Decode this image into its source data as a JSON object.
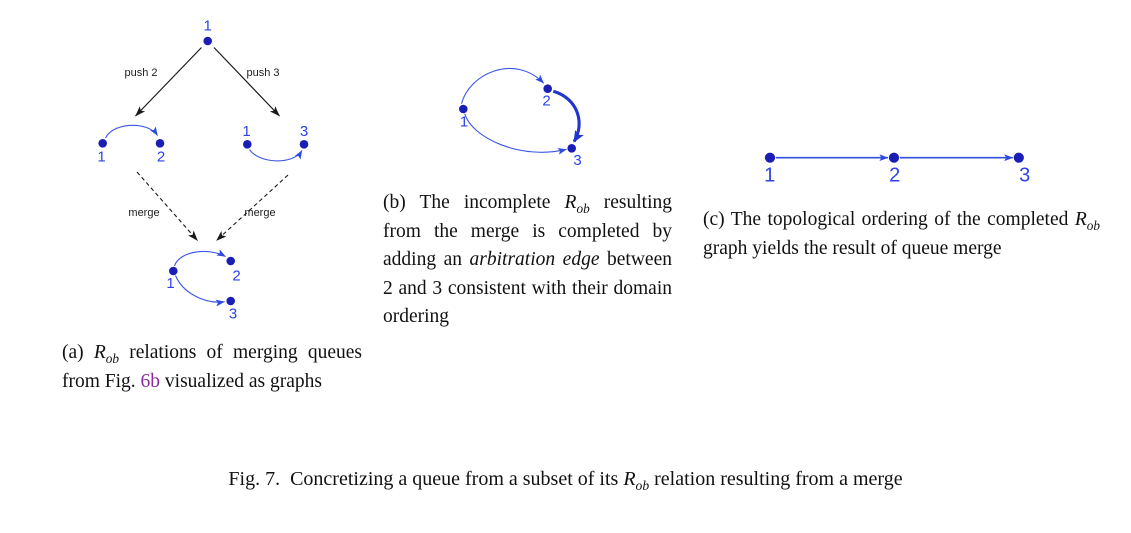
{
  "colors": {
    "node_fill": "#1b1eb4",
    "node_label": "#2d43e8",
    "edge_blue": "#3b55e6",
    "edge_thick_blue": "#2236cf",
    "edge_black": "#1a1a1a",
    "ref_link": "#8a2d9c",
    "caption_text": "#111111",
    "background": "#ffffff"
  },
  "panel_a": {
    "top_node": "1",
    "edge_labels": {
      "push_left": "push 2",
      "push_right": "push 3",
      "merge_left": "merge",
      "merge_right": "merge"
    },
    "queue_after_push2": {
      "n1": "1",
      "n2": "2",
      "edges": [
        "1->2"
      ]
    },
    "queue_after_push3": {
      "n1": "1",
      "n2": "3",
      "edges": [
        "1->3"
      ]
    },
    "merged_graph": {
      "n1": "1",
      "n2": "2",
      "n3": "3",
      "edges": [
        "1->2",
        "1->3"
      ]
    },
    "caption": {
      "prefix": "(a) ",
      "var": "R",
      "var_sub": "ob",
      "mid": " relations of merging queues from Fig. ",
      "link": "6b",
      "suffix": " visual­ized as graphs"
    }
  },
  "panel_b": {
    "graph": {
      "n1": "1",
      "n2": "2",
      "n3": "3",
      "edges": [
        "1->2",
        "1->3",
        "2->3 (bold arbitration edge)"
      ]
    },
    "caption": {
      "prefix": "(b) The incomplete ",
      "var": "R",
      "var_sub": "ob",
      "mid": " re­sulting from the merge is completed by adding an ",
      "em": "ar­bitration edge",
      "suffix": " between 2 and 3 consistent with their domain ordering"
    }
  },
  "panel_c": {
    "graph": {
      "n1": "1",
      "n2": "2",
      "n3": "3",
      "edges": [
        "1->2",
        "2->3"
      ]
    },
    "caption": {
      "prefix": "(c) The topological ordering of the com­pleted ",
      "var": "R",
      "var_sub": "ob",
      "suffix": " graph yields the result of queue merge"
    }
  },
  "figure_caption": {
    "prefix": "Fig. 7.  Concretizing a queue from a subset of its ",
    "var": "R",
    "var_sub": "ob",
    "suffix": " relation resulting from a merge"
  }
}
